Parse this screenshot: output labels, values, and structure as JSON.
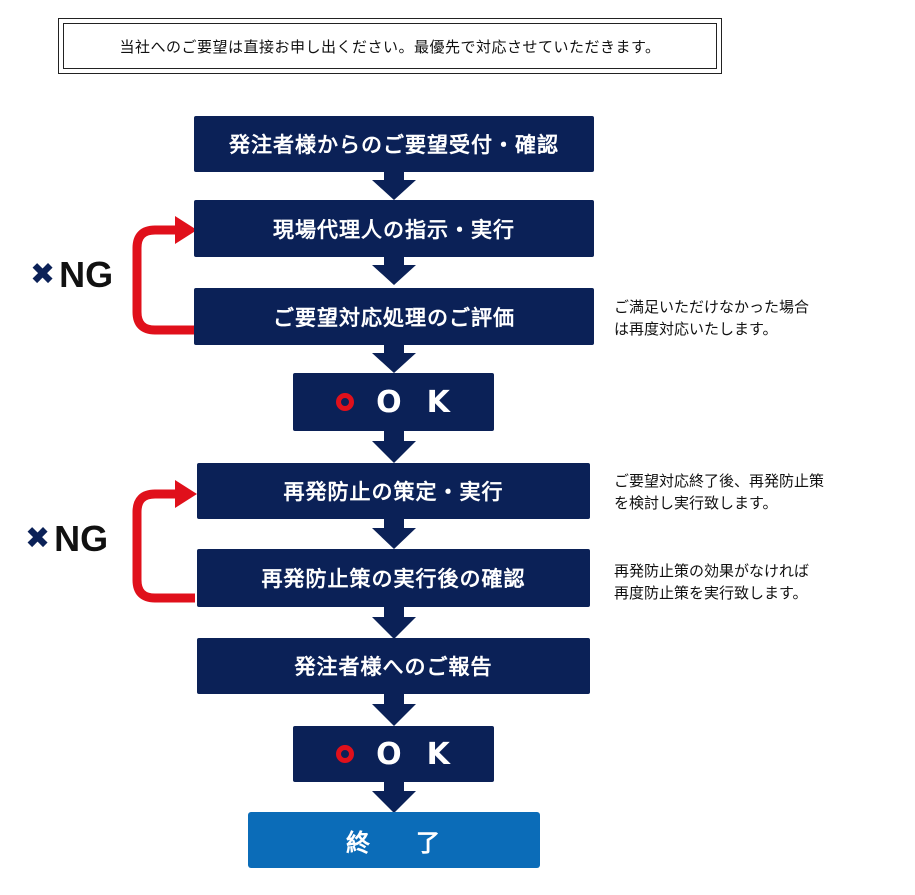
{
  "notice": "当社へのご要望は直接お申し出ください。最優先で対応させていただきます。",
  "steps": {
    "s1": "発注者様からのご要望受付・確認",
    "s2": "現場代理人の指示・実行",
    "s3": "ご要望対応処理のご評価",
    "s4": "再発防止の策定・実行",
    "s5": "再発防止策の実行後の確認",
    "s6": "発注者様へのご報告"
  },
  "ok": {
    "o": "O",
    "k": "K"
  },
  "end": {
    "c1": "終",
    "c2": "了"
  },
  "ng": {
    "mark": "✖",
    "label": "NG"
  },
  "notes": {
    "n1": "ご満足いただけなかった場合\nは再度対応いたします。",
    "n2": "ご要望対応終了後、再発防止策\nを検討し実行致します。",
    "n3": "再発防止策の効果がなければ\n再度防止策を実行致します。"
  },
  "colors": {
    "navy": "#0b2157",
    "blue": "#0b6cb8",
    "red": "#e0101b"
  }
}
